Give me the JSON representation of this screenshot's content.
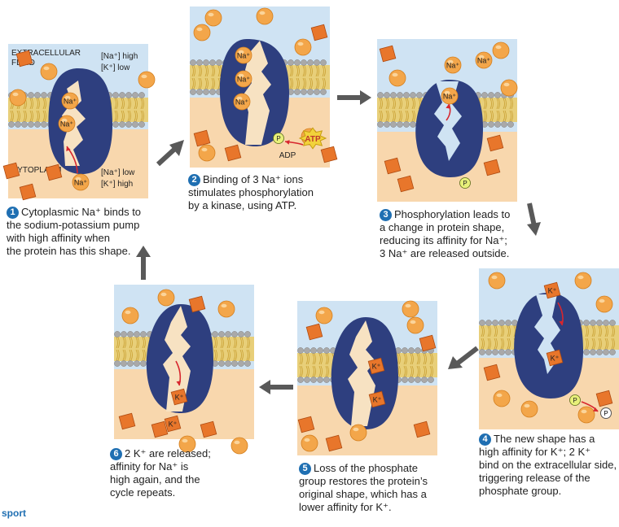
{
  "panel1": {
    "extracellular_label_1": "EXTRACELLULAR",
    "extracellular_label_2": "FLUID",
    "na_high": "[Na⁺] high",
    "k_low": "[K⁺] low",
    "cytoplasm_label": "CYTOPLASM",
    "na_low": "[Na⁺] low",
    "k_high": "[K⁺] high"
  },
  "ions": {
    "na": "Na⁺",
    "k": "K⁺",
    "p": "P",
    "atp": "ATP",
    "adp": "ADP"
  },
  "steps": [
    {
      "num": "1",
      "lines": [
        "Cytoplasmic Na⁺ binds to",
        "the sodium-potassium pump",
        "with high affinity when",
        "the protein has this shape."
      ]
    },
    {
      "num": "2",
      "lines": [
        "Binding of 3 Na⁺ ions",
        "stimulates phosphorylation",
        "by a kinase, using ATP."
      ]
    },
    {
      "num": "3",
      "lines": [
        "Phosphorylation leads to",
        "a change in protein shape,",
        "reducing its affinity for Na⁺;",
        "3 Na⁺ are released outside."
      ]
    },
    {
      "num": "4",
      "lines": [
        "The new shape has a",
        "high affinity for K⁺; 2 K⁺",
        "bind on the extracellular side,",
        "triggering release of the",
        "phosphate group."
      ]
    },
    {
      "num": "5",
      "lines": [
        "Loss of the phosphate",
        "group restores the protein’s",
        "original shape, which has a",
        "lower affinity for K⁺."
      ]
    },
    {
      "num": "6",
      "lines": [
        "2 K⁺ are released;",
        "affinity for Na⁺ is",
        "high again, and the",
        "cycle repeats."
      ]
    }
  ],
  "footer": "sport",
  "colors": {
    "sky": "#cfe3f3",
    "fluid": "#f8d7ad",
    "lipid_head": "#a9a9a9",
    "lipid_tail": "#d9b64a",
    "protein": "#2e3f7f",
    "na_ion": "#f3a64a",
    "k_ion": "#e8762b",
    "phosphate": "#e8f07a",
    "atp": "#f2d23b",
    "step_badge": "#1f6fb2",
    "arrow": "#595959"
  }
}
